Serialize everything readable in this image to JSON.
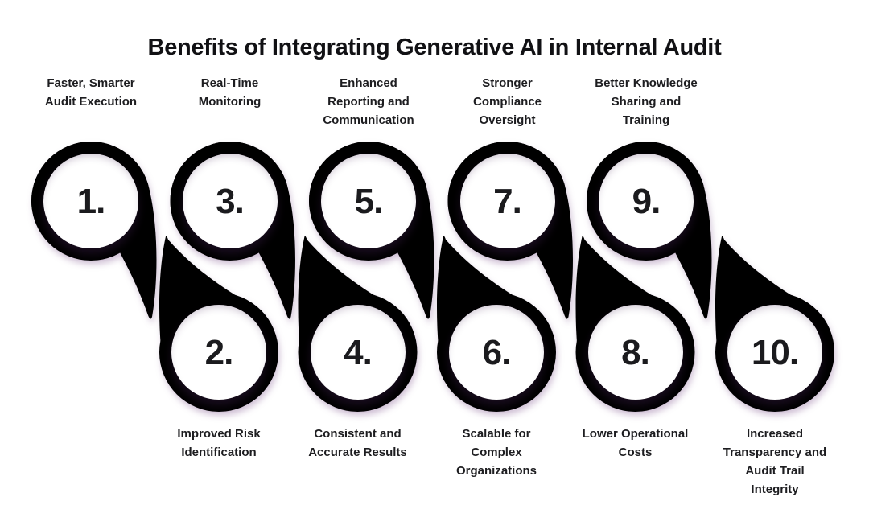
{
  "title": "Benefits of Integrating Generative AI in Internal Audit",
  "infographic": {
    "colors": {
      "gradient_purple": "#A451E4",
      "gradient_pink": "#E03399",
      "text": "#1D1D20",
      "background": "#FFFFFF"
    },
    "steps": [
      {
        "number": "1.",
        "row": "top",
        "label": "Faster, Smarter Audit Execution",
        "lines": [
          "Faster, Smarter",
          "Audit Execution"
        ]
      },
      {
        "number": "2.",
        "row": "bottom",
        "label": "Improved Risk Identification",
        "lines": [
          "Improved Risk",
          "Identification"
        ]
      },
      {
        "number": "3.",
        "row": "top",
        "label": "Real-Time Monitoring",
        "lines": [
          "Real-Time",
          "Monitoring"
        ]
      },
      {
        "number": "4.",
        "row": "bottom",
        "label": "Consistent and Accurate Results",
        "lines": [
          "Consistent and",
          "Accurate Results"
        ]
      },
      {
        "number": "5.",
        "row": "top",
        "label": "Enhanced Reporting and Communication",
        "lines": [
          "Enhanced",
          "Reporting and",
          "Communication"
        ]
      },
      {
        "number": "6.",
        "row": "bottom",
        "label": "Scalable for Complex Organizations",
        "lines": [
          "Scalable for",
          "Complex",
          "Organizations"
        ]
      },
      {
        "number": "7.",
        "row": "top",
        "label": "Stronger Compliance Oversight",
        "lines": [
          "Stronger",
          "Compliance",
          "Oversight"
        ]
      },
      {
        "number": "8.",
        "row": "bottom",
        "label": "Lower Operational Costs",
        "lines": [
          "Lower Operational",
          "Costs"
        ]
      },
      {
        "number": "9.",
        "row": "top",
        "label": "Better Knowledge Sharing and Training",
        "lines": [
          "Better Knowledge",
          "Sharing and",
          "Training"
        ]
      },
      {
        "number": "10.",
        "row": "bottom",
        "label": "Increased Transparency and Audit Trail Integrity",
        "lines": [
          "Increased",
          "Transparency and",
          "Audit Trail",
          "Integrity"
        ]
      }
    ]
  }
}
